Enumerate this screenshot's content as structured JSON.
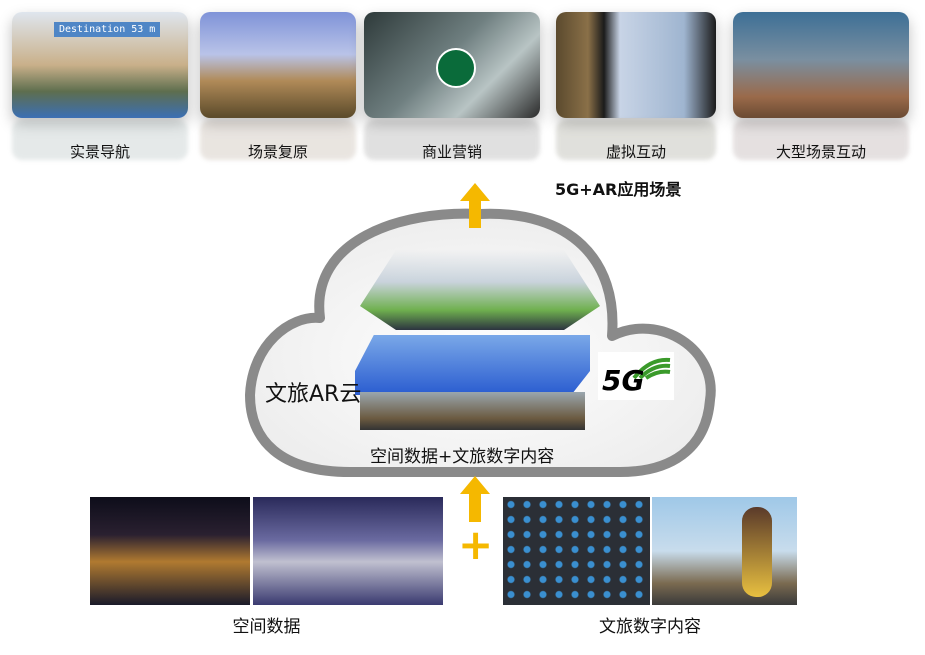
{
  "scenarios_title": "5G+AR应用场景",
  "scenarios": [
    {
      "label": "实景导航",
      "overlay": "Destination 53 m"
    },
    {
      "label": "场景复原"
    },
    {
      "label": "商业营销"
    },
    {
      "label": "虚拟互动"
    },
    {
      "label": "大型场景互动"
    }
  ],
  "cloud": {
    "title": "文旅AR云",
    "caption": "空间数据+文旅数字内容",
    "badge": "5G"
  },
  "inputs": [
    {
      "label": "空间数据"
    },
    {
      "label": "文旅数字内容"
    }
  ],
  "plus": "+",
  "colors": {
    "arrow": "#f5b800",
    "cloud_stroke": "#8a8a8a",
    "badge_green": "#3a9a2a"
  }
}
